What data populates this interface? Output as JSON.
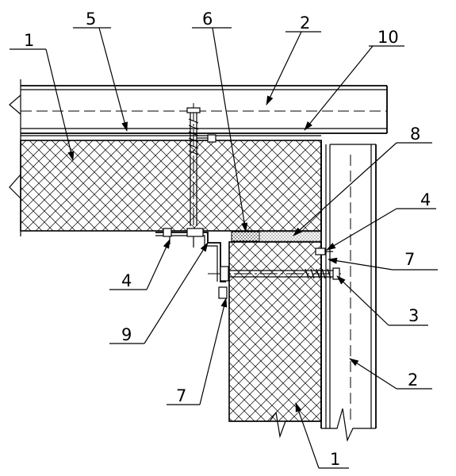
{
  "callouts": [
    {
      "id": "c1a",
      "text": "1"
    },
    {
      "id": "c5",
      "text": "5"
    },
    {
      "id": "c6",
      "text": "6"
    },
    {
      "id": "c2a",
      "text": "2"
    },
    {
      "id": "c10",
      "text": "10"
    },
    {
      "id": "c8",
      "text": "8"
    },
    {
      "id": "c4a",
      "text": "4"
    },
    {
      "id": "c7a",
      "text": "7"
    },
    {
      "id": "c4b",
      "text": "4"
    },
    {
      "id": "c3",
      "text": "3"
    },
    {
      "id": "c9",
      "text": "9"
    },
    {
      "id": "c2b",
      "text": "2"
    },
    {
      "id": "c7b",
      "text": "7"
    },
    {
      "id": "c1b",
      "text": "1"
    }
  ]
}
